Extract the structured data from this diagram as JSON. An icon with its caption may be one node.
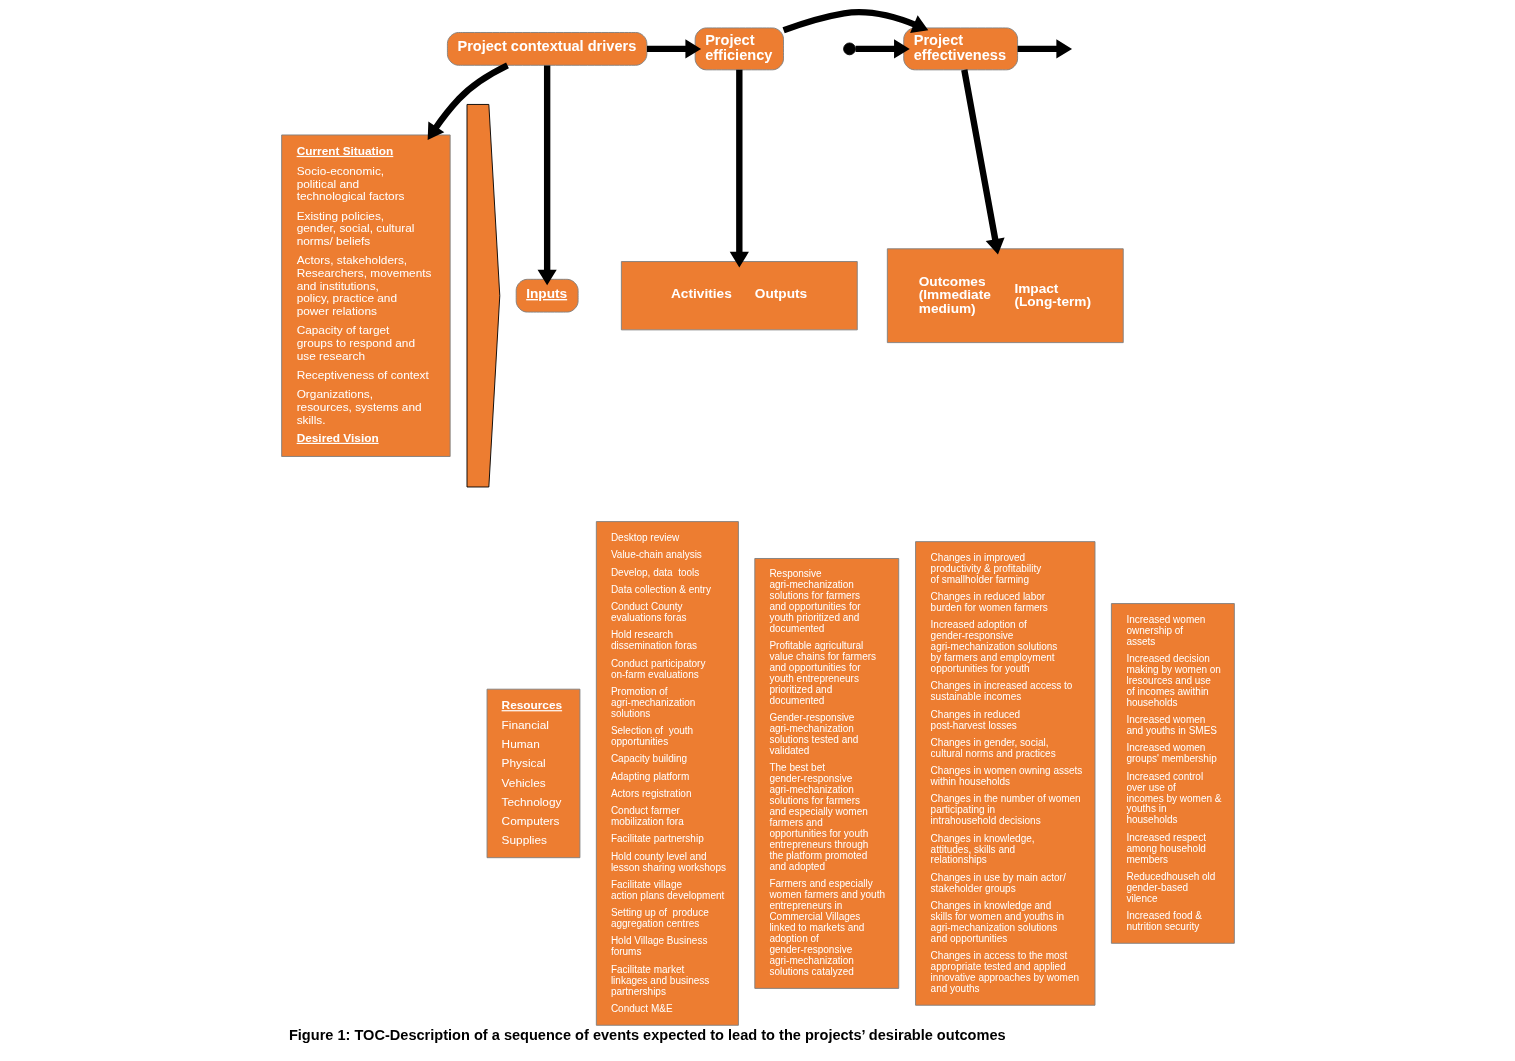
{
  "diagram": {
    "caption": "Figure 1: TOC-Description of a sequence of events expected to lead to the projects’ desirable outcomes",
    "nodes": [
      {
        "text": [
          "Project contextual drivers"
        ]
      },
      {
        "text": [
          "Project efficiency"
        ]
      },
      {
        "text": [
          "Project effectiveness"
        ]
      },
      {
        "text": [
          "Current Situation",
          "Socio-economic, political and technological factors",
          "Existing policies, gender, social, cultural norms/ beliefs",
          "Actors, stakeholders, Researchers, movements and institutions, policy, practice and power relations",
          "Capacity of target groups to respond and use research",
          "Receptiveness of context",
          "Organizations, resources, systems and skills.",
          "Desired Vision"
        ]
      },
      {
        "text": [],
        "shape": "chevron"
      },
      {
        "text": [
          "Inputs"
        ]
      },
      {
        "text": [
          "Resources",
          "Financial",
          "Human",
          "Physical",
          "Vehicles",
          "Technology",
          "Computers",
          "Supplies"
        ]
      },
      {
        "text": [
          "Activities",
          "Outputs"
        ]
      },
      {
        "text": [
          "Desktop review",
          "Value-chain analysis",
          "Develop, data  tools",
          "Data collection & entry",
          "Conduct County evaluations foras",
          "Hold research dissemination foras",
          "Conduct participatory on-farm evaluations",
          "Promotion of agri-mechanization solutions",
          "Selection of  youth opportunities",
          "Capacity building",
          "Adapting platform",
          "Actors registration",
          "Conduct farmer mobilization fora",
          "Facilitate partnership",
          "Hold county level and lesson sharing workshops",
          "Facilitate village action plans development",
          "Setting up of  produce aggregation centres",
          "Hold Village Business forums",
          "Facilitate market linkages and business partnerships",
          "Conduct M&E"
        ]
      },
      {
        "text": [
          "Responsive agri-mechanization solutions for farmers and opportunities for youth prioritized and documented",
          "Profitable agricultural value chains for farmers and opportunities for youth entrepreneurs prioritized and documented",
          "Gender-responsive agri-mechanization solutions tested and validated",
          "The best bet gender-responsive agri-mechanization solutions for farmers and especially women farmers and opportunities for youth entrepreneurs through the platform promoted and adopted",
          "Farmers and especially women farmers and youth entrepreneurs in Commercial Villages linked to markets and adoption of gender-responsive agri-mechanization solutions catalyzed"
        ]
      },
      {
        "text": [
          "Outcomes (Immediate medium)",
          "Impact (Long-term)"
        ]
      },
      {
        "text": [
          "Changes in improved productivity & profitability of smallholder farming",
          "Changes in reduced labor burden for women farmers",
          "Increased adoption of gender-responsive agri-mechanization solutions by farmers and employment opportunities for youth",
          "Changes in increased access to sustainable incomes",
          "Changes in reduced post-harvest losses",
          "Changes in gender, social, cultural norms and practices",
          "Changes in women owning assets within households",
          "Changes in the number of women participating in intrahousehold decisions",
          "Changes in knowledge, attitudes, skills and relationships",
          "Changes in use by main actor/ stakeholder groups",
          "Changes in knowledge and skills for women and youths in agri-mechanization solutions and opportunities",
          "Changes in access to the most appropriate tested and applied innovative approaches by women and youths"
        ]
      },
      {
        "text": [
          "Increased women ownership of assets",
          "Increased decision making by women on lresources and use of incomes awithin households",
          "Increased women  and youths in SMES",
          "Increased women groups' membership",
          "Increased control over use of incomes by women & youths in households",
          "Increased respect among household members",
          "Reducedhouseh old gender-based vilence",
          "Increased food & nutrition security"
        ]
      }
    ],
    "edges": [
      {
        "from": 0,
        "to": 3,
        "arrow": "to"
      },
      {
        "from": 0,
        "to": 1,
        "arrow": "to"
      },
      {
        "from": 0,
        "to": 5,
        "arrow": "to"
      },
      {
        "from": 1,
        "to": 7,
        "arrow": "to"
      },
      {
        "from": 1,
        "to": 2,
        "arrow": "to"
      },
      {
        "from": 2,
        "to": null,
        "arrow": "to"
      },
      {
        "from": 2,
        "to": 10,
        "arrow": "to"
      },
      {
        "from": null,
        "to": 2,
        "arrow": "to"
      }
    ]
  }
}
